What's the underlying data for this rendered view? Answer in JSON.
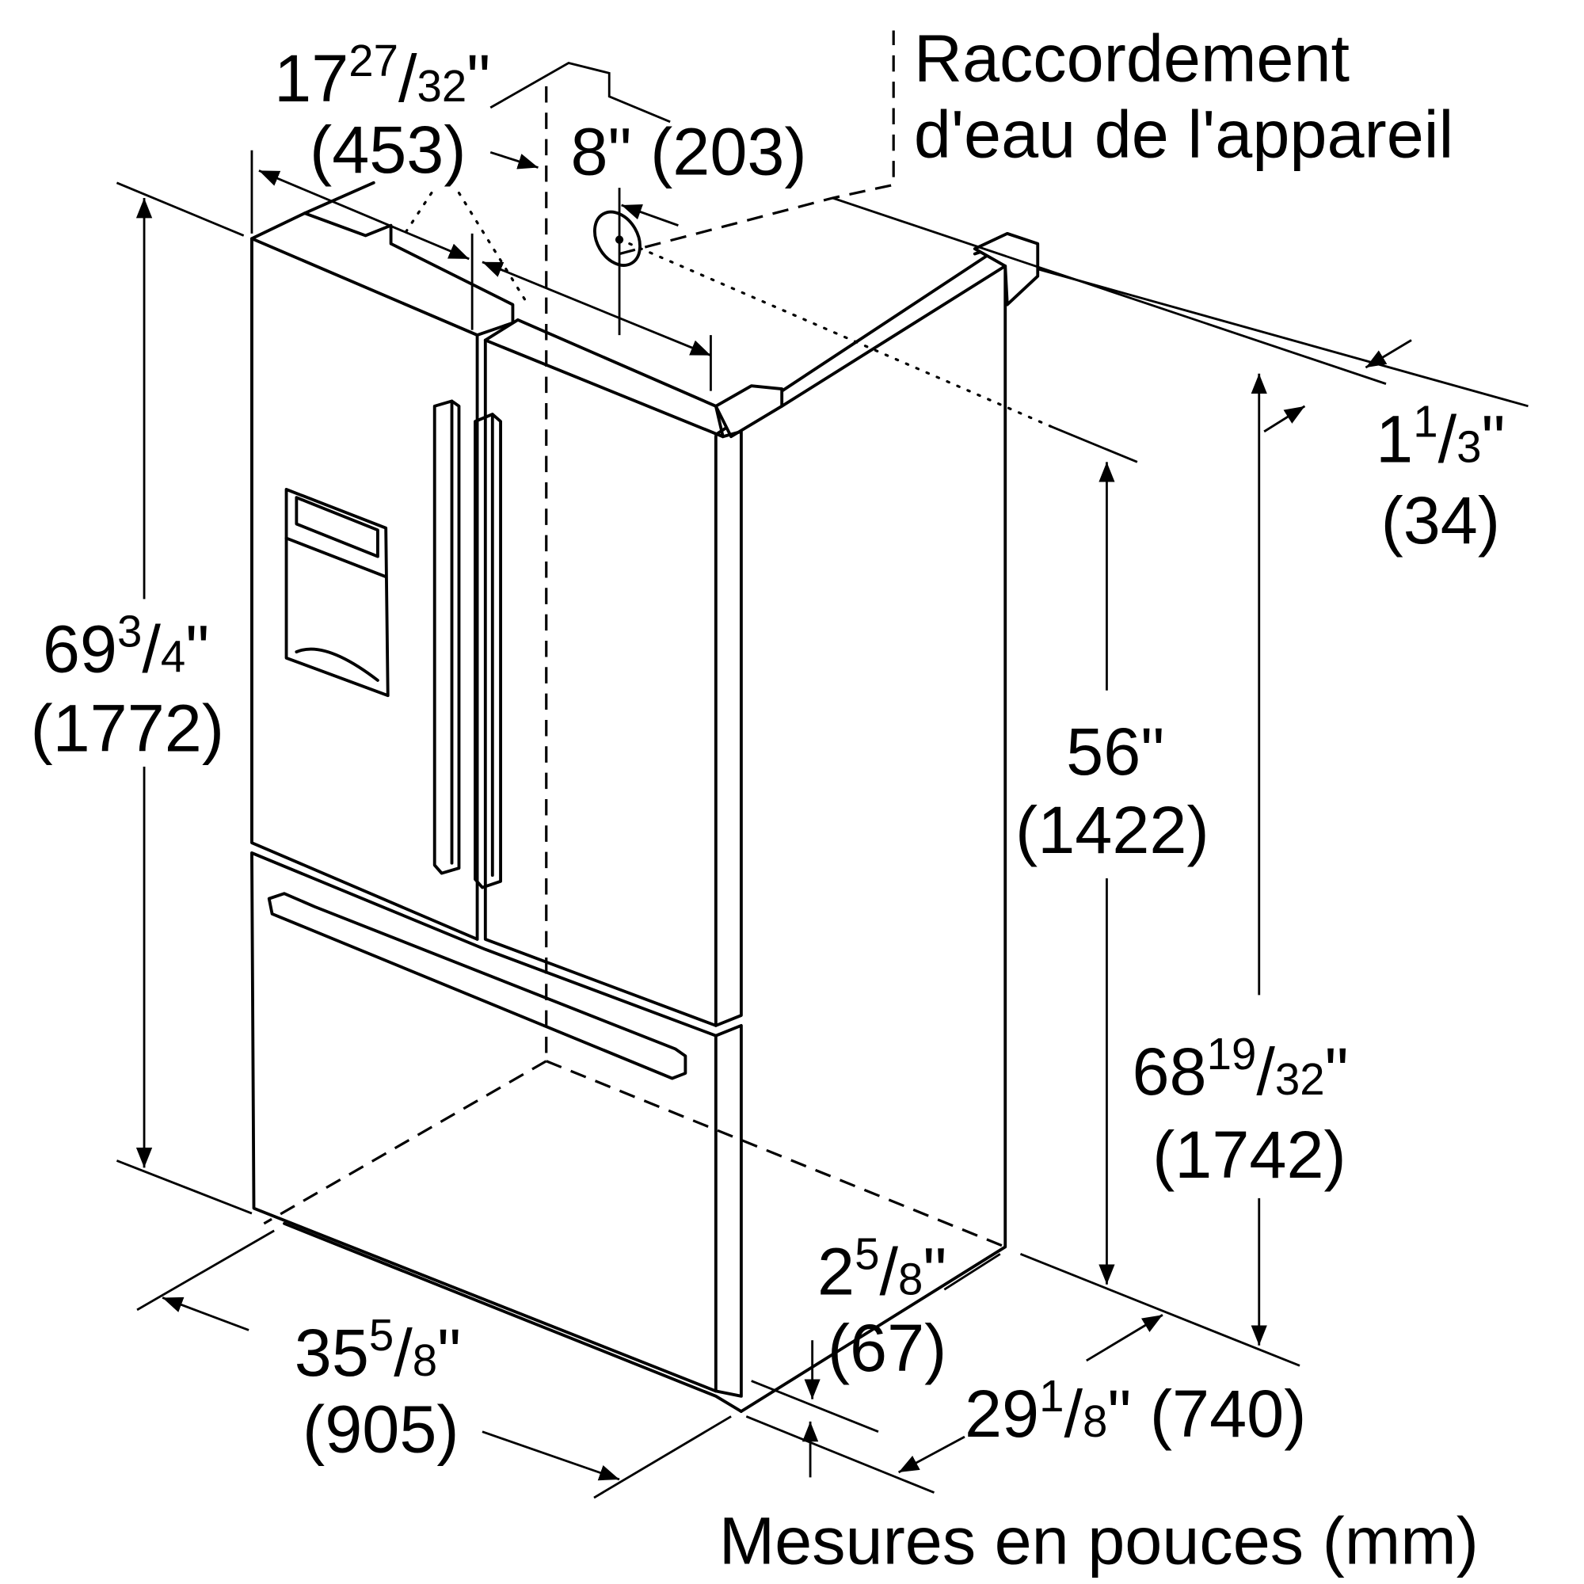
{
  "title": "Raccordement d'eau de l'appareil",
  "labels": {
    "water_line1": "Raccordement",
    "water_line2": "d'eau de l'appareil",
    "footer": "Mesures en pouces (mm)"
  },
  "dimensions": {
    "top_width": {
      "whole": "17",
      "num": "27",
      "den": "32",
      "mm": "(453)"
    },
    "water_offset": {
      "inch": "8\"",
      "mm": "(203)"
    },
    "total_height": {
      "whole": "69",
      "num": "3",
      "den": "4",
      "mm": "(1772)"
    },
    "water_height": {
      "inch": "56\"",
      "mm": "(1422)"
    },
    "cabinet_height": {
      "whole": "68",
      "num": "19",
      "den": "32",
      "mm": "(1742)"
    },
    "top_cap": {
      "whole": "1",
      "num": "1",
      "den": "3",
      "mm": "(34)"
    },
    "width": {
      "whole": "35",
      "num": "5",
      "den": "8",
      "mm": "(905)"
    },
    "door_depth": {
      "whole": "2",
      "num": "5",
      "den": "8",
      "mm": "(67)"
    },
    "depth": {
      "whole": "29",
      "num": "1",
      "den": "8",
      "mm": "(740)"
    }
  }
}
